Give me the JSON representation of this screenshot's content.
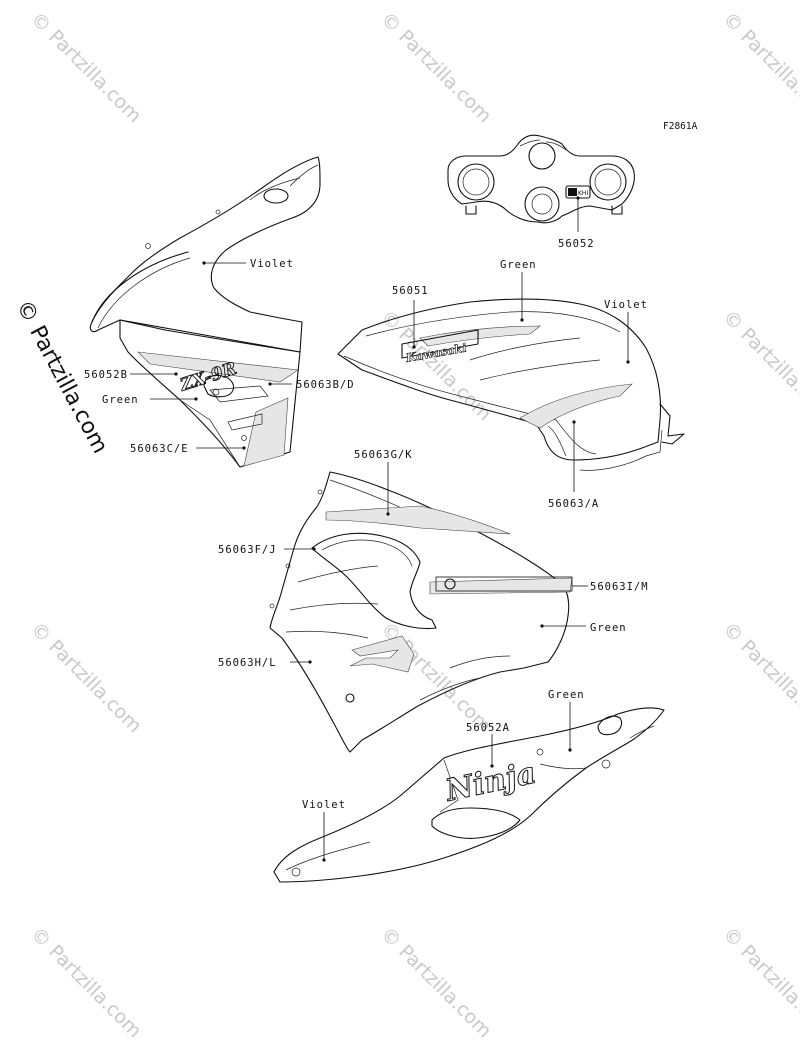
{
  "figure_code": "F2861A",
  "watermark": "© Partzilla.com",
  "side_watermark": "© Partzilla.com",
  "decal_text": {
    "zx9r": "ZX-9R",
    "kawasaki": "Kawasaki",
    "ninja": "Ninja",
    "khi": "KHI"
  },
  "callouts": {
    "violet_upper": "Violet",
    "p56052b": "56052B",
    "green_upper": "Green",
    "p56063be": "56063C/E",
    "p56063bd": "56063B/D",
    "p56052": "56052",
    "green_tank": "Green",
    "p56051": "56051",
    "violet_tank": "Violet",
    "p56063a": "56063/A",
    "p56063gk": "56063G/K",
    "p56063fj": "56063F/J",
    "p56063im": "56063I/M",
    "green_lower": "Green",
    "p56063hl": "56063H/L",
    "green_tail": "Green",
    "p56052a": "56052A",
    "violet_tail": "Violet"
  },
  "colors": {
    "line": "#111111",
    "watermark": "#c9c9c9"
  }
}
